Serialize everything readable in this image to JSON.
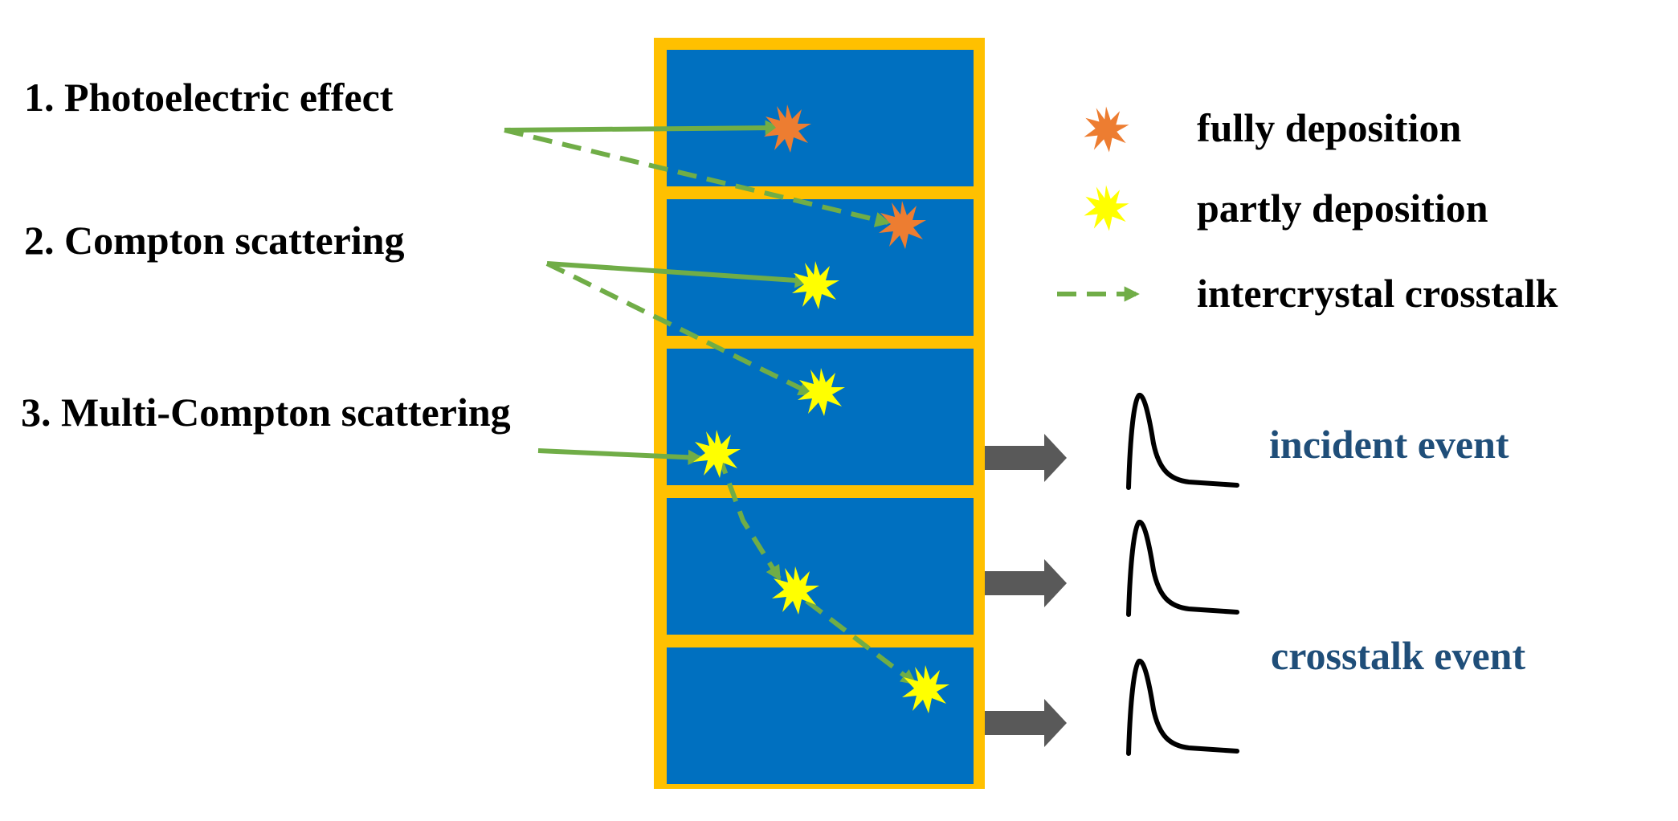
{
  "labels": {
    "photoelectric": "1. Photoelectric effect",
    "compton": "2. Compton scattering",
    "multi_compton": "3. Multi-Compton scattering"
  },
  "legend": {
    "fully": "fully deposition",
    "partly": "partly deposition",
    "crosstalk": "intercrystal crosstalk"
  },
  "events": {
    "incident": "incident event",
    "crosstalk": "crosstalk event"
  },
  "colors": {
    "frame": "#FFC000",
    "crystal": "#0070C0",
    "arrow": "#70AD47",
    "fully_star": "#ED7D31",
    "partly_star": "#FFFF00",
    "readout_arrow": "#595959",
    "event_text": "#1F4E79",
    "pulse": "#000000"
  },
  "icons": {
    "fully": "orange-burst-icon",
    "partly": "yellow-burst-icon",
    "crosstalk": "dashed-arrow-icon",
    "readout": "gray-arrow-icon",
    "pulse": "pulse-waveform-icon"
  }
}
